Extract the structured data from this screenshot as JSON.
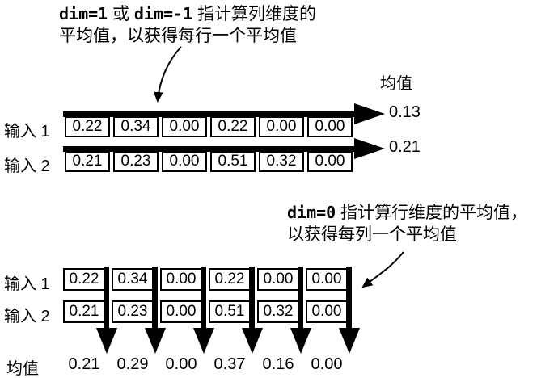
{
  "top": {
    "annotation": {
      "code1": "dim=1",
      "sep": " 或 ",
      "code2": "dim=-1",
      "tail": " 指计算列维度的",
      "line2": "平均值，以获得每行一个平均值"
    },
    "mean_header": "均值",
    "rows": [
      {
        "label": "输入 1",
        "cells": [
          "0.22",
          "0.34",
          "0.00",
          "0.22",
          "0.00",
          "0.00"
        ],
        "mean": "0.13"
      },
      {
        "label": "输入 2",
        "cells": [
          "0.21",
          "0.23",
          "0.00",
          "0.51",
          "0.32",
          "0.00"
        ],
        "mean": "0.21"
      }
    ]
  },
  "bottom": {
    "annotation": {
      "code1": "dim=0",
      "tail": " 指计算行维度的平均值，",
      "line2": "以获得每列一个平均值"
    },
    "rows": [
      {
        "label": "输入 1",
        "cells": [
          "0.22",
          "0.34",
          "0.00",
          "0.22",
          "0.00",
          "0.00"
        ]
      },
      {
        "label": "输入 2",
        "cells": [
          "0.21",
          "0.23",
          "0.00",
          "0.51",
          "0.32",
          "0.00"
        ]
      }
    ],
    "mean_label": "均值",
    "means": [
      "0.21",
      "0.29",
      "0.00",
      "0.37",
      "0.16",
      "0.00"
    ]
  },
  "colors": {
    "ink": "#000000",
    "background": "#ffffff"
  }
}
